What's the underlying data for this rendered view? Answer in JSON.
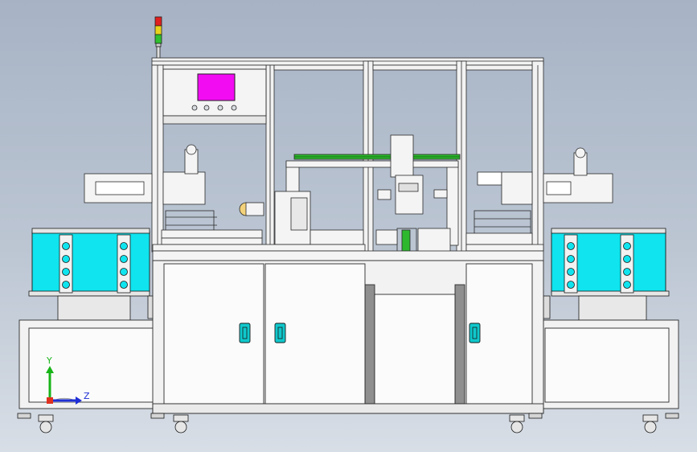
{
  "axis_triad": {
    "y_label": "Y",
    "z_label": "Z",
    "y_color": "#18b418",
    "z_color": "#1f2fd6"
  },
  "colors": {
    "background_top": "#a7b3c5",
    "background_bottom": "#d8dee6",
    "frame": "#f2f2f2",
    "frame_edge": "#2a2a2a",
    "cyan_hopper": "#10e4ee",
    "screen_magenta": "#f20cf2",
    "conveyor_green": "#2db82d",
    "cabinet_panel": "#fbfbfb",
    "handle_teal": "#0fc8cc",
    "shadow_gray": "#8f8f8f"
  },
  "signal_tower": [
    "red",
    "yellow",
    "green"
  ]
}
